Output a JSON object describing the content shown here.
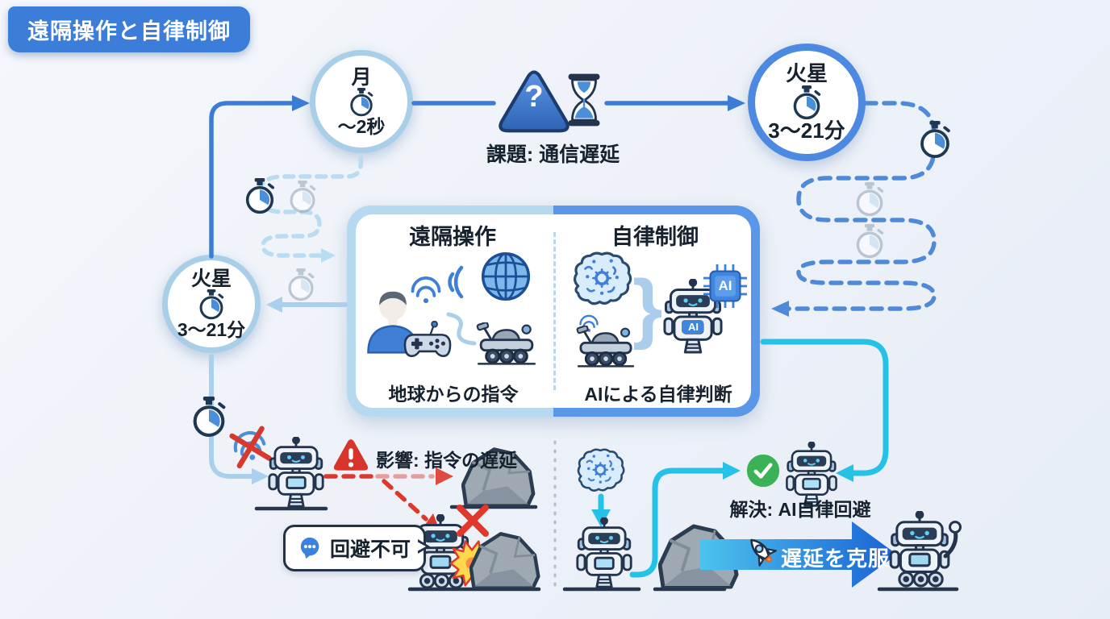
{
  "title": "遠隔操作と自律制御",
  "nodes": {
    "moon": {
      "label": "月",
      "delay": "〜2秒"
    },
    "mars_top": {
      "label": "火星",
      "delay": "3〜21分"
    },
    "mars_left": {
      "label": "火星",
      "delay": "3〜21分"
    }
  },
  "challenge": {
    "label": "課題: 通信遅延",
    "mark": "?"
  },
  "comparison": {
    "teleop": {
      "heading": "遠隔操作",
      "caption": "地球からの指令"
    },
    "autonomy": {
      "heading": "自律制御",
      "caption": "AIによる自律判断",
      "brace": "}",
      "chip_label": "AI",
      "chest_label": "AI"
    }
  },
  "failure": {
    "impact_label": "影響: 指令の遅延",
    "bubble_label": "回避不可"
  },
  "success": {
    "solution_label": "解決: AI自律回避",
    "overcome_label": "遅延を克服"
  },
  "icons": {
    "stopwatch": "⏱",
    "hourglass": "⌛",
    "warning_triangle": "⚠",
    "question": "?",
    "globe": "🌐",
    "gamepad": "🎮",
    "operator_person": "👤",
    "brain": "🧠",
    "robot": "🤖",
    "rover": "🛞",
    "wifi": "📶",
    "wifi_blocked": "📶✕",
    "rocket": "🚀",
    "check": "✓",
    "cross": "✕",
    "speech_bubble": "💬",
    "rock": "🪨",
    "explosion": "💥",
    "ai_chip": "AI"
  },
  "colors": {
    "badge_blue": "#3b7dd8",
    "line_blue": "#3c7cd6",
    "dashed_blue": "#4f8ad9",
    "light_blue": "#a9d0ec",
    "cyan": "#25c2e8",
    "alert_red": "#dc382c",
    "success_green": "#3cb257",
    "text_dark": "#17222f",
    "box_left_border": "#b7d9f0",
    "box_right_border": "#5b97e8",
    "arrow_gradient_start": "#4cc3ee",
    "arrow_gradient_end": "#1a61d4"
  }
}
